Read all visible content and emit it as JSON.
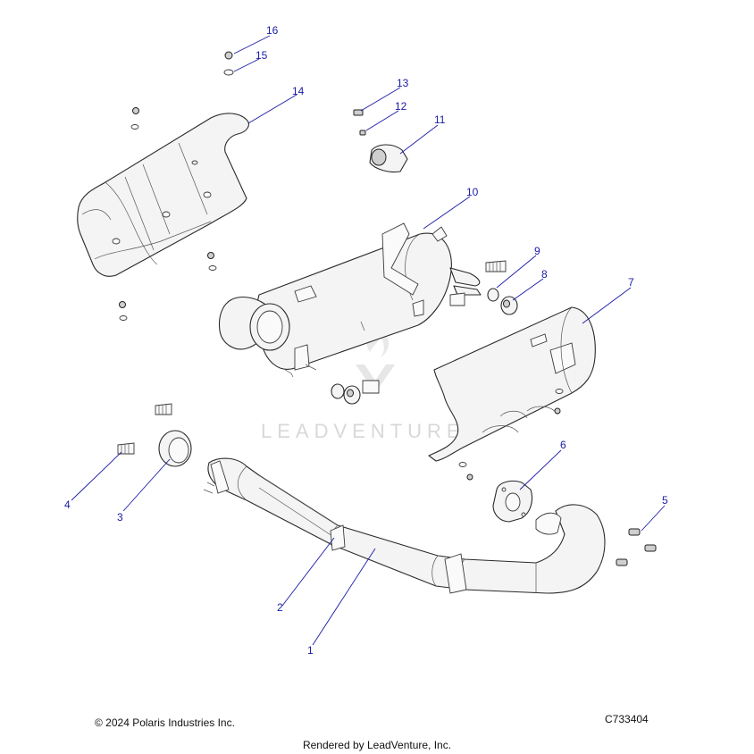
{
  "callouts": [
    {
      "num": "1"
    },
    {
      "num": "2"
    },
    {
      "num": "3"
    },
    {
      "num": "4"
    },
    {
      "num": "5"
    },
    {
      "num": "6"
    },
    {
      "num": "7"
    },
    {
      "num": "8"
    },
    {
      "num": "9"
    },
    {
      "num": "10"
    },
    {
      "num": "11"
    },
    {
      "num": "12"
    },
    {
      "num": "13"
    },
    {
      "num": "14"
    },
    {
      "num": "15"
    },
    {
      "num": "16"
    }
  ],
  "watermark": "LEADVENTURE",
  "footer": {
    "copyright": "© 2024 Polaris Industries Inc.",
    "drawing_id": "C733404",
    "rendered_by": "Rendered by LeadVenture, Inc."
  },
  "colors": {
    "callout": "#1a1aa6",
    "line": "#2a2a2a",
    "watermark": "#d8d8d8"
  }
}
